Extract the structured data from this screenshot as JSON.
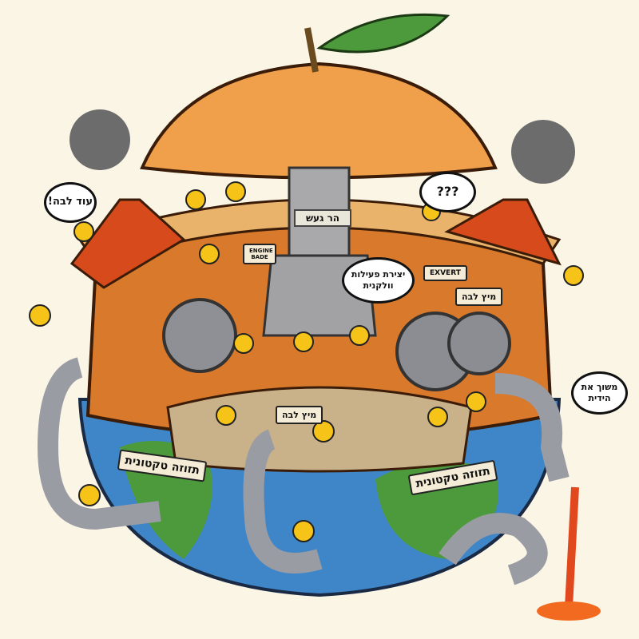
{
  "title": "Orange Earth volcano factory illustration",
  "labels": {
    "volcano_band": "הר געש",
    "volcanic_activity": "יצירת פעילות וולקנית",
    "more_lava": "עוד לבה!",
    "question": "???",
    "pull_lever": "משוך את הידית",
    "lava_juice_top": "מיץ לבה",
    "lava_juice_bottom": "מיץ לבה",
    "tectonic_left": "תזוזה טקטונית",
    "tectonic_right": "תזוזה טקטונית",
    "expert_sign": "EXVERT",
    "engine_sign": "ENGINE BADE"
  },
  "colors": {
    "orange_peel": "#f0a04a",
    "ocean": "#3f86c8",
    "land": "#4d9a3c",
    "lava": "#e2481d",
    "pipe": "#9a9ca3",
    "helmet": "#f6c419",
    "background": "#fbf5e6"
  }
}
